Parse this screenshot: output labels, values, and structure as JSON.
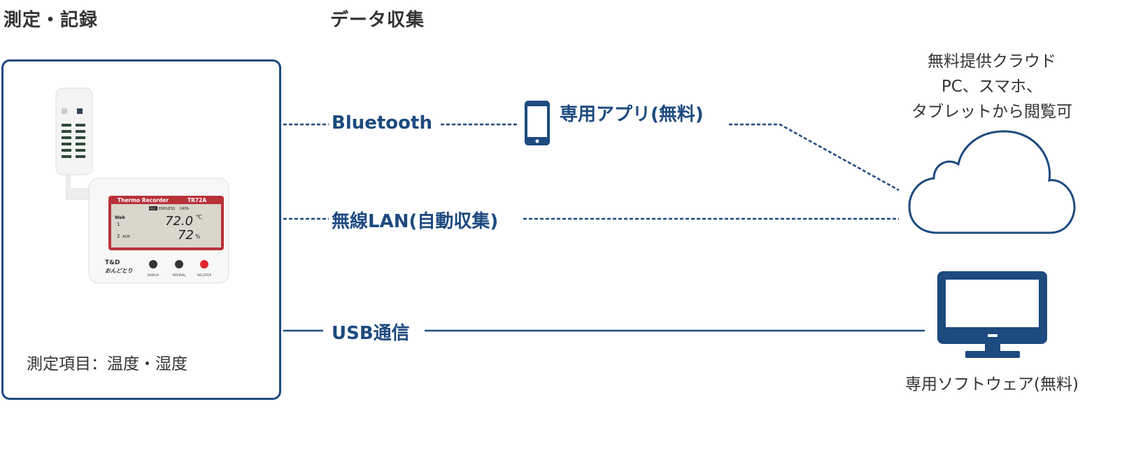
{
  "headings": {
    "measure": "測定・記録",
    "collect": "データ収集"
  },
  "device": {
    "title": "Thermo Recorder",
    "model": "TR72A",
    "rec": "REC",
    "endless": "ENDLESS",
    "data": "DATA",
    "web": "Web",
    "ch1": "1",
    "ch2": "2",
    "alm": "ALM",
    "temp": "72.0",
    "temp_unit": "℃",
    "hum": "72",
    "hum_unit": "%",
    "brand": "T&D",
    "brand_sub": "おんどとり",
    "buttons": [
      "DISPLAY",
      "INTERVAL",
      "REC/STOP"
    ]
  },
  "measure_caption": "測定項目：温度・湿度",
  "connections": {
    "bluetooth": "Bluetooth",
    "app": "専用アプリ(無料)",
    "wlan": "無線LAN(自動収集)",
    "usb": "USB通信"
  },
  "cloud_caption": [
    "無料提供クラウド",
    "PC、スマホ、",
    "タブレットから閲覧可"
  ],
  "software_caption": "専用ソフトウェア(無料)",
  "colors": {
    "accent": "#1d4a7f",
    "text": "#333333",
    "lcd_frame": "#b8323a"
  }
}
